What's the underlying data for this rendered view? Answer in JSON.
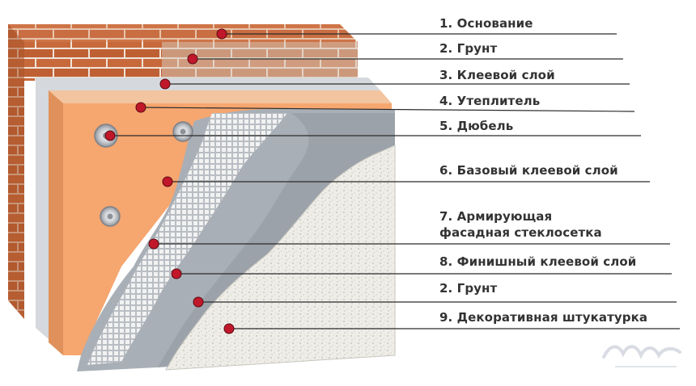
{
  "diagram": {
    "layers": [
      {
        "label": "1. Основание"
      },
      {
        "label": "2. Грунт"
      },
      {
        "label": "3. Клеевой слой"
      },
      {
        "label": "4. Утеплитель"
      },
      {
        "label": "5. Дюбель"
      },
      {
        "label": "6. Базовый клеевой слой"
      },
      {
        "label": "7. Армирующая",
        "label2": "фасадная стеклосетка"
      },
      {
        "label": "8. Финишный клеевой слой"
      },
      {
        "label": "2. Грунт"
      },
      {
        "label": "9. Декоративная штукатурка"
      }
    ]
  },
  "colors": {
    "brick": "#c7693a",
    "mortar": "#f2e6dc",
    "insulation": "#f6a66f",
    "adhesive": "#a9afb6",
    "mesh": "#e8e8e8",
    "plaster": "#ecebe5",
    "marker": "#c0182a",
    "leader": "#2b2b2b"
  }
}
